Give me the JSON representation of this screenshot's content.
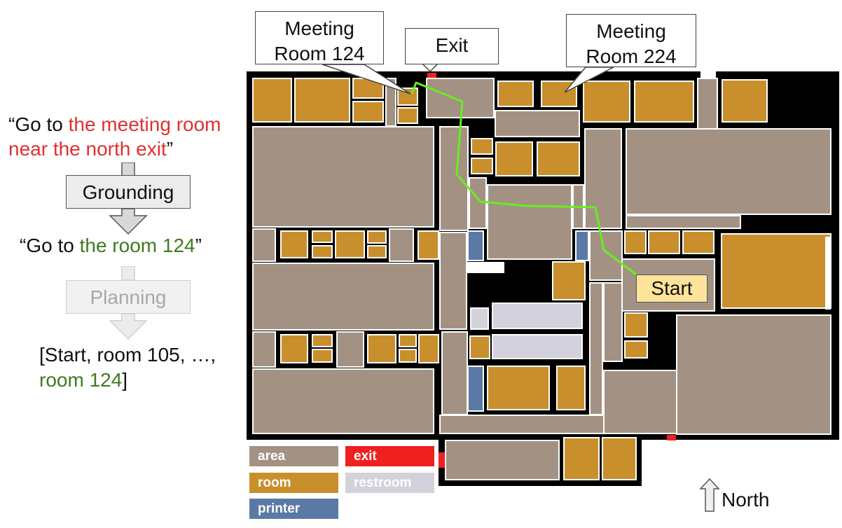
{
  "instruction": {
    "open_quote": "“Go to ",
    "highlight_1": "the meeting room",
    "highlight_2": "near the north exit",
    "close_quote": "”"
  },
  "grounding": {
    "label": "Grounding"
  },
  "grounded": {
    "prefix": "“Go to ",
    "highlight": "the room 124",
    "suffix": "”"
  },
  "planning": {
    "label": "Planning"
  },
  "plan": {
    "line1": "[Start, room 105, …,",
    "highlight": "room 124",
    "suffix": "]"
  },
  "callouts": {
    "meeting_124": "Meeting\nRoom 124",
    "exit": "Exit",
    "meeting_224": "Meeting\nRoom 224",
    "start": "Start"
  },
  "legend": [
    {
      "label": "area",
      "color": "#a39283"
    },
    {
      "label": "exit",
      "color": "#ee2020"
    },
    {
      "label": "room",
      "color": "#c98f2d"
    },
    {
      "label": "restroom",
      "color": "#d3d1dc"
    },
    {
      "label": "printer",
      "color": "#5a7aa5"
    }
  ],
  "north": {
    "label": "North"
  },
  "colors": {
    "area": "#a39283",
    "room": "#c98f2d",
    "printer": "#5a7aa5",
    "restroom": "#d3d1dc",
    "exit": "#ee2020",
    "path": "#66ee22",
    "start": "#fde49a",
    "wall": "#000000"
  }
}
